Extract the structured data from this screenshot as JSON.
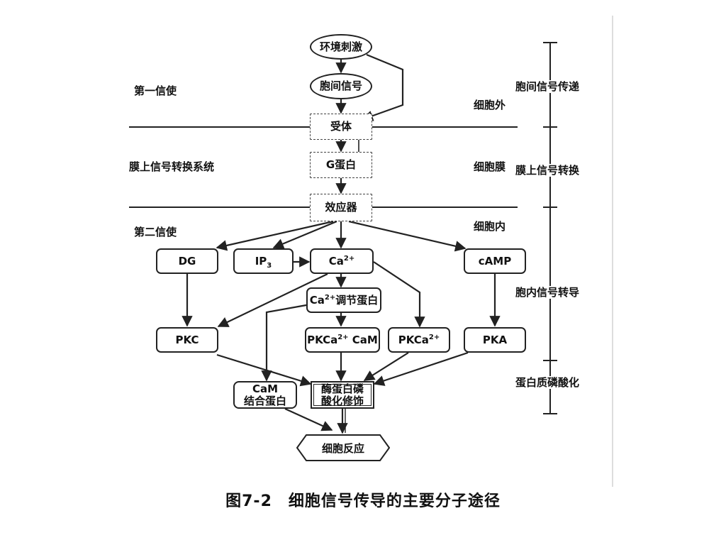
{
  "nodes": {
    "env_stimulus": "环境刺激",
    "intercellular_signal": "胞间信号",
    "receptor": "受体",
    "g_protein": "G蛋白",
    "effector": "效应器",
    "dg": "DG",
    "ip3_base": "IP",
    "ip3_sub": "3",
    "ca_base": "Ca",
    "ca_sup": "2+",
    "ca_reg_base": "Ca",
    "ca_reg_sup": "2+",
    "ca_reg_text": "调节蛋白",
    "camp": "cAMP",
    "pkc": "PKC",
    "pkca_cam_base": "PKCa",
    "pkca_cam_sup": "2+",
    "pkca_cam_text": " CaM",
    "pkca_base": "PKCa",
    "pkca_sup": "2+",
    "pka": "PKA",
    "cam_line1": "CaM",
    "cam_line2": "结合蛋白",
    "phos_line1": "酶蛋白磷",
    "phos_line2": "酸化修饰",
    "cell_response": "细胞反应"
  },
  "left_labels": {
    "first_messenger": "第一信使",
    "membrane_system": "膜上信号转换系统",
    "second_messenger": "第二信使"
  },
  "middle_labels": {
    "extracellular": "细胞外",
    "membrane": "细胞膜",
    "intracellular": "细胞内"
  },
  "stage_labels": {
    "intercellular_transmission": "胞间信号传递",
    "membrane_transduction": "膜上信号转换",
    "intracellular_transduction": "胞内信号转导",
    "protein_phosphorylation": "蛋白质磷酸化"
  },
  "caption": "图7-2　细胞信号传导的主要分子途径"
}
